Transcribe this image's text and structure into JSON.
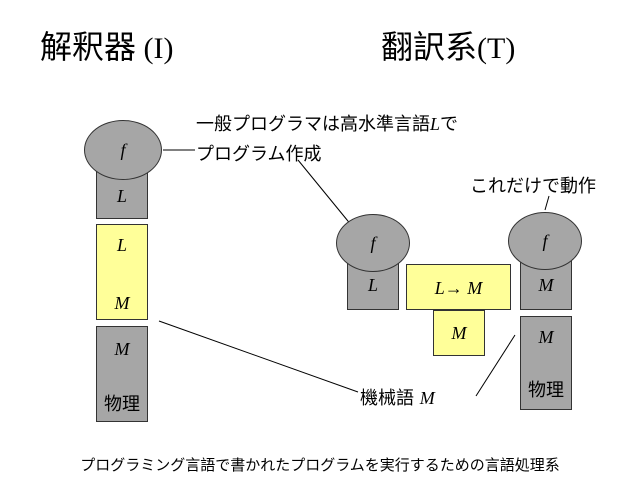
{
  "headings": {
    "interpreter_main": "解釈器",
    "interpreter_paren": " (I)",
    "translator_main": "翻訳系",
    "translator_paren": "(T)"
  },
  "callouts": {
    "programmer_line1": "一般プログラマは高水準言語",
    "programmer_lang": "L",
    "programmer_line1_end": "で",
    "programmer_line2": "プログラム作成",
    "just_this": "これだけで動作",
    "machine_lang": "機械語",
    "machine_lang_symbol": "M"
  },
  "interpreter": {
    "program": "f",
    "program_lang": "L",
    "interp_in": "L",
    "interp_out": "M",
    "machine": "M",
    "machine_label": "物理"
  },
  "translator": {
    "program": "f",
    "program_lang": "L",
    "compiler": "L→ M",
    "compiler_runs_on": "M",
    "output_program": "f",
    "output_lang": "M",
    "machine": "M",
    "machine_label": "物理"
  },
  "caption": "プログラミング言語で書かれたプログラムを実行するための言語処理系"
}
